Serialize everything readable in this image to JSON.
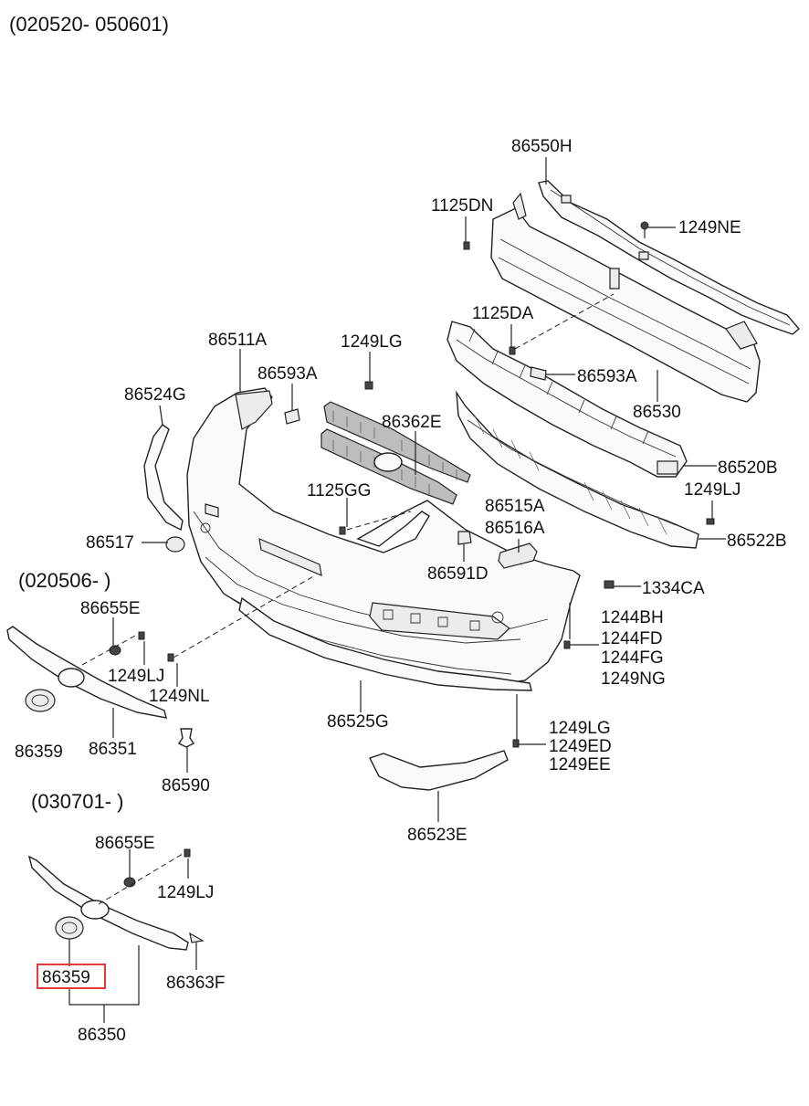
{
  "headers": {
    "range_main": "(020520- 050601)",
    "range_a": "(020506- )",
    "range_b": "(030701- )"
  },
  "labels": {
    "p86550H": "86550H",
    "p1125DN": "1125DN",
    "p1249NE": "1249NE",
    "p1125DA": "1125DA",
    "p86511A": "86511A",
    "p1249LG_top": "1249LG",
    "p86593A_left": "86593A",
    "p86593A_right": "86593A",
    "p86530": "86530",
    "p86524G": "86524G",
    "p86362E": "86362E",
    "p86520B": "86520B",
    "p1125GG": "1125GG",
    "p1249LJ_right": "1249LJ",
    "p86515A": "86515A",
    "p86516A": "86516A",
    "p86517": "86517",
    "p86522B": "86522B",
    "p86591D": "86591D",
    "p1334CA": "1334CA",
    "p86655E_a": "86655E",
    "p1244BH": "1244BH",
    "p1244FD": "1244FD",
    "p1244FG": "1244FG",
    "p1249NG": "1249NG",
    "p1249LJ_a": "1249LJ",
    "p1249NL": "1249NL",
    "p86359_a": "86359",
    "p86351": "86351",
    "p86525G": "86525G",
    "p1249LG_bottom": "1249LG",
    "p1249ED": "1249ED",
    "p1249EE": "1249EE",
    "p86590": "86590",
    "p86523E": "86523E",
    "p86655E_b": "86655E",
    "p1249LJ_b": "1249LJ",
    "p86359_b": "86359",
    "p86363F": "86363F",
    "p86350": "86350"
  },
  "highlight": {
    "target": "86359",
    "color": "#e53935"
  }
}
